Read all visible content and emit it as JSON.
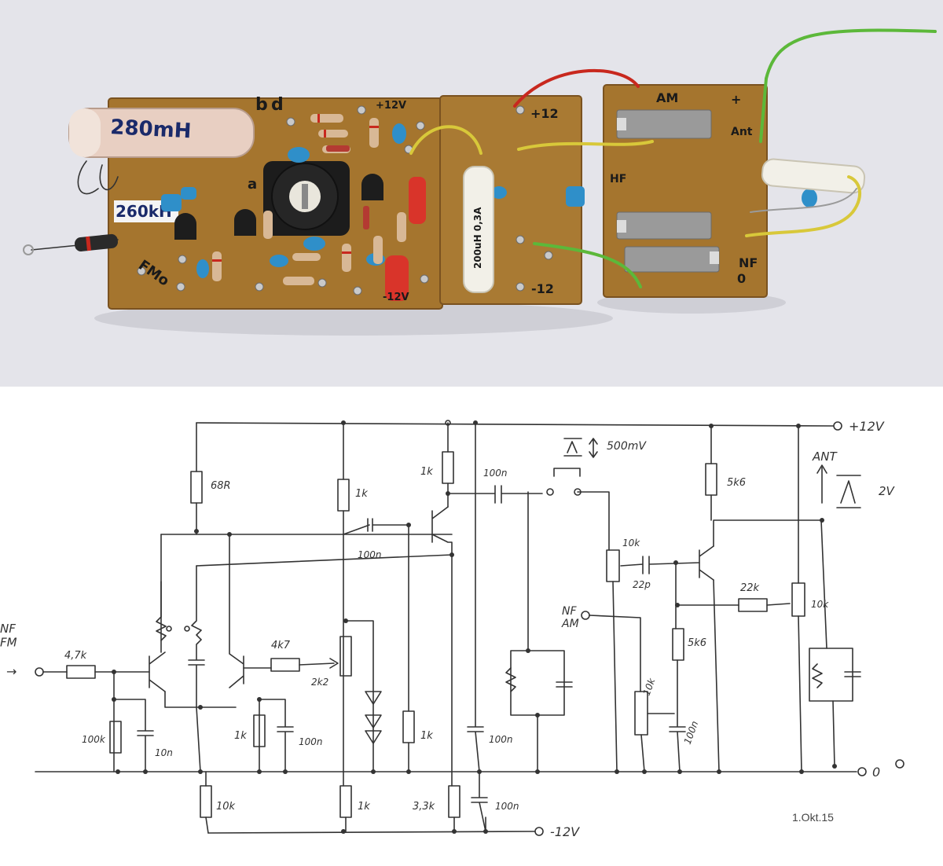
{
  "photo": {
    "board_labels": {
      "coil": "280mH",
      "freq": "260kH",
      "fm": "FMo",
      "plus12_left": "+12V",
      "plus12_mid": "+12",
      "minus12_mid": "-12",
      "minus12_left": "-12V",
      "choke": "200uH 0,3A",
      "am": "AM",
      "plus_right": "+",
      "ant": "Ant",
      "hf": "HF",
      "nf": "NF",
      "zero": "0",
      "mark_a": "a",
      "mark_b": "b",
      "mark_d": "d"
    },
    "colors": {
      "background": "#e4e4ea",
      "pcb": "#a5752e",
      "pcb_dark": "#7a5220",
      "coil_wrap": "#e8cfc2",
      "cap_blue": "#2f8fc9",
      "cap_red": "#d9342a",
      "wire_green": "#5cb83a",
      "wire_yellow": "#d8c83a",
      "wire_red": "#c8281e"
    }
  },
  "schematic": {
    "labels": {
      "plus12v": "+12V",
      "minus12v": "-12V",
      "zero": "0",
      "nf_fm": "NF\nFM",
      "arrow_in": "→",
      "r_in": "4,7k",
      "r_68": "68R",
      "r_1k_a": "1k",
      "r_1k_b": "1k",
      "c_100n_top": "100n",
      "c_100n_coup": "100n",
      "r_4k7": "4k7",
      "pot_2k2": "2k2",
      "r_1k_c": "1k",
      "c_100n_c": "100n",
      "r_100k": "100k",
      "c_10n": "10n",
      "r_10k_bot": "10k",
      "r_1k_bot": "1k",
      "r_3k3": "3,3k",
      "c_100n_bot": "100n",
      "c_100n_mid": "100n",
      "r_1k_d": "1k",
      "meas_500mv": "500mV",
      "pot_10k_a": "10k",
      "c_22p": "22p",
      "r_5k6_top": "5k6",
      "r_5k6_bot": "5k6",
      "r_22k": "22k",
      "pot_10k_b": "10k",
      "pot_10k_c": "10k",
      "c_100n_right": "100n",
      "ant": "ANT",
      "meas_2v": "2V",
      "nf_am": "NF\nAM",
      "date": "1.Okt.15"
    }
  }
}
